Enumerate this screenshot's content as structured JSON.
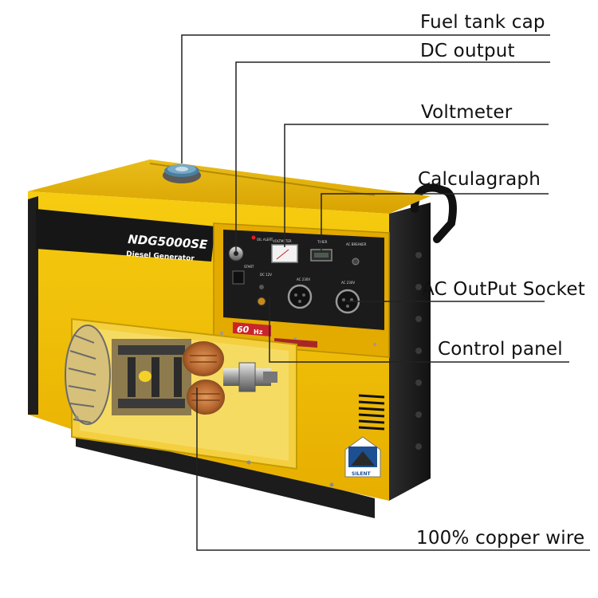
{
  "callouts": {
    "fuel_tank_cap": "Fuel tank cap",
    "dc_output": "DC output",
    "voltmeter": "Voltmeter",
    "calculagraph": "Calculagraph",
    "ac_output_socket": "AC OutPut Socket",
    "control_panel": "Control panel",
    "copper_wire": "100% copper wire"
  },
  "product": {
    "model": "NDG5000SE",
    "subtitle": "Diesel Generator",
    "frequency_badge": "60",
    "frequency_unit": "Hz",
    "silent_badge": "SILENT"
  },
  "panel": {
    "oil_alert": "OIL ALERT",
    "voltmeter": "VOLTMETER",
    "timer": "TIMER",
    "ac_breaker": "AC BREAKER",
    "start": "START",
    "dc_12v": "DC 12V",
    "ac_230v_left": "AC 230V",
    "ac_230v_right": "AC 230V"
  },
  "colors": {
    "body_yellow": "#f2c200",
    "panel_black": "#1b1b1b",
    "badge_red": "#c8262b",
    "copper": "#b5652e"
  }
}
